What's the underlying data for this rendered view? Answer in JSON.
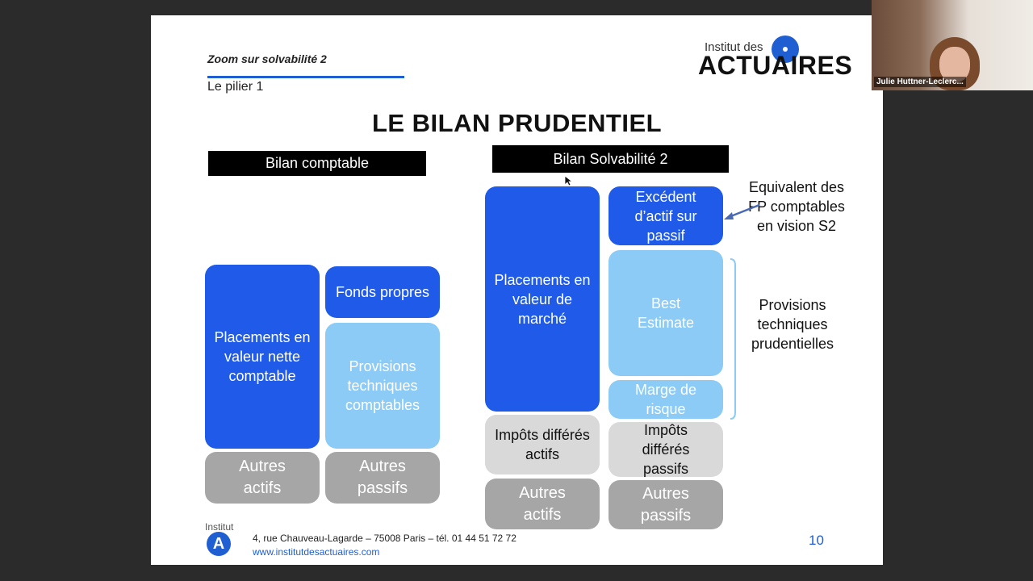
{
  "slide": {
    "header": {
      "zoom": "Zoom sur solvabilité 2",
      "pilier": "Le pilier 1"
    },
    "title": "LE BILAN PRUDENTIEL",
    "logo": {
      "small": "Institut des",
      "main": "ACTUAIRES"
    },
    "bilan_comptable": {
      "label": "Bilan comptable",
      "placements": "Placements en valeur nette comptable",
      "fonds_propres": "Fonds propres",
      "provisions": "Provisions techniques comptables",
      "autres_actifs": "Autres actifs",
      "autres_passifs": "Autres passifs"
    },
    "bilan_s2": {
      "label": "Bilan Solvabilité 2",
      "placements": "Placements en valeur de marché",
      "excedent": "Excédent d’actif sur passif",
      "best_estimate": "Best Estimate",
      "marge": "Marge de risque",
      "impots_actifs": "Impôts différés actifs",
      "impots_passifs": "Impôts différés passifs",
      "autres_actifs": "Autres actifs",
      "autres_passifs": "Autres passifs"
    },
    "annotations": {
      "equivalent": "Equivalent des FP comptables en vision S2",
      "provisions": "Provisions techniques prudentielles"
    },
    "footer": {
      "logo_text": "Institut",
      "logo_letter": "A",
      "address": "4, rue Chauveau-Lagarde – 75008 Paris – tél. 01 44 51 72 72",
      "url": "www.institutdesactuaires.com",
      "page": "10"
    }
  },
  "video": {
    "participant_name": "Julie Huttner-Leclerc..."
  },
  "colors": {
    "dark_blue": "#1f5be8",
    "light_blue": "#8ccbf5",
    "gray": "#a6a6a6",
    "light_gray": "#d9d9d9",
    "accent": "#1f5fd1"
  }
}
